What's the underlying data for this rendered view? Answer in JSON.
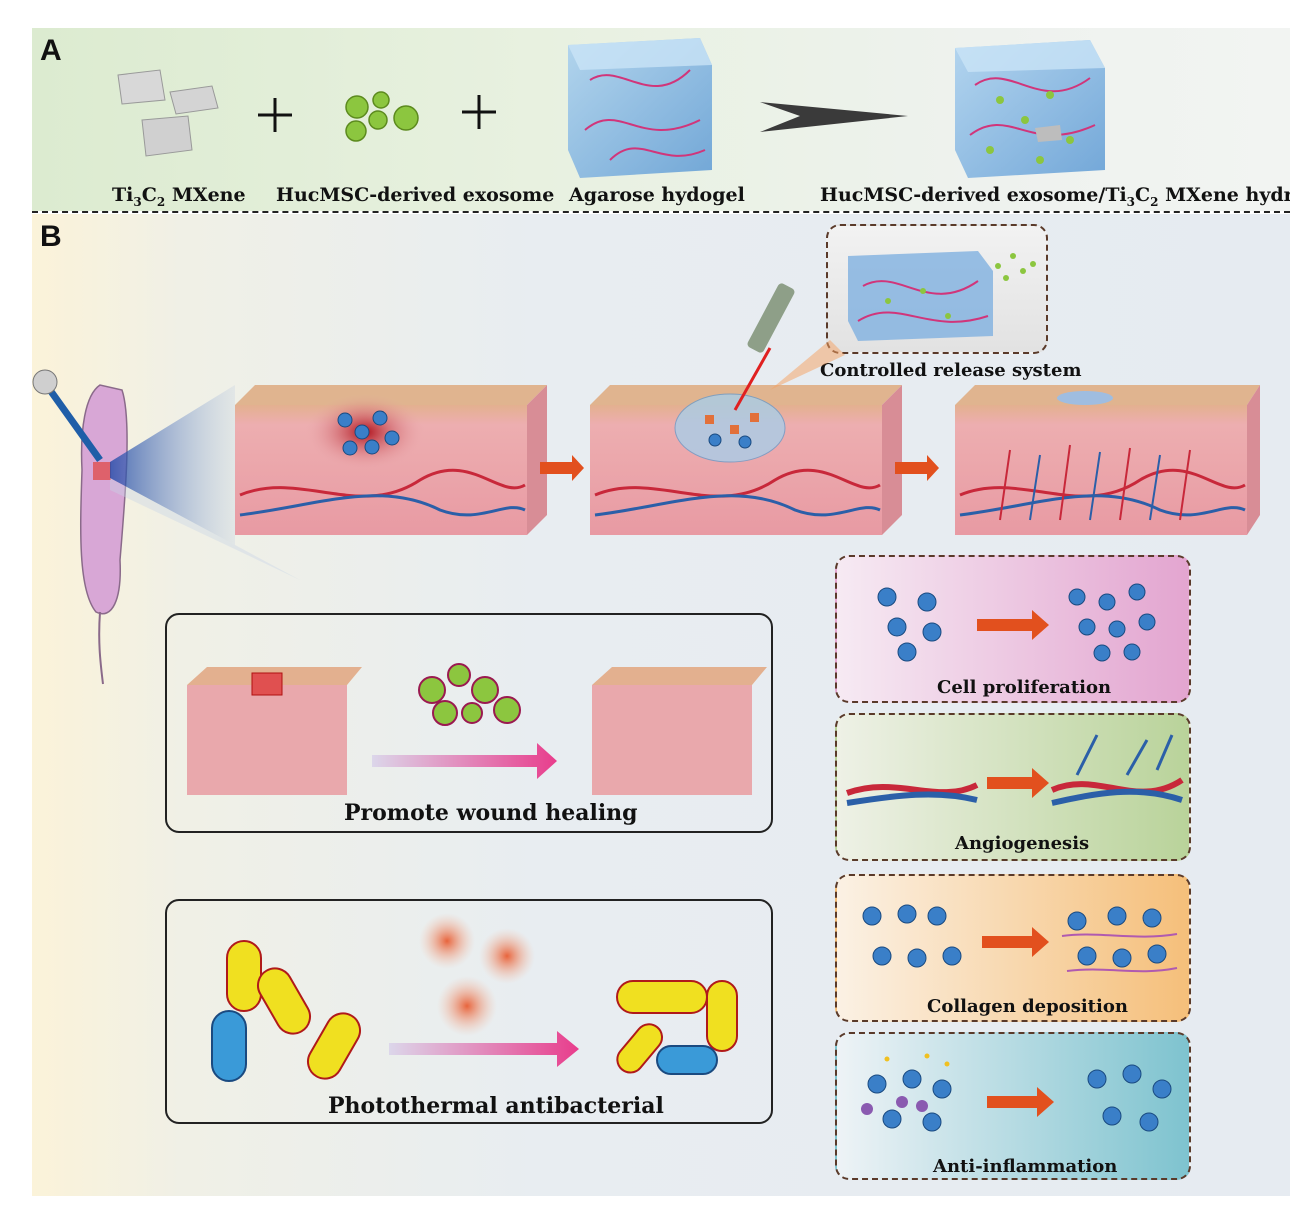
{
  "panel_a": {
    "letter": "A",
    "mxene_label_pre": "Ti",
    "mxene_label_sub1": "3",
    "mxene_label_mid": "C",
    "mxene_label_sub2": "2",
    "mxene_label_post": " MXene",
    "exosome_label": "HucMSC-derived exosome",
    "hydrogel_label": "Agarose hydogel",
    "product_label_pre": "HucMSC-derived exosome/Ti",
    "product_label_sub1": "3",
    "product_label_mid": "C",
    "product_label_sub2": "2",
    "product_label_post": " MXene hydrogel",
    "plus": "+"
  },
  "panel_b": {
    "letter": "B",
    "controlled_release": "Controlled release system",
    "wound_healing": "Promote wound healing",
    "photothermal": "Photothermal antibacterial",
    "effects": [
      {
        "label": "Cell proliferation",
        "color_top": "#f6eaf3",
        "color_bottom": "#e3a5d0"
      },
      {
        "label": "Angiogenesis",
        "color_top": "#eef1e6",
        "color_bottom": "#b9d39a"
      },
      {
        "label": "Collagen deposition",
        "color_top": "#fbf1e4",
        "color_bottom": "#f5bf7a"
      },
      {
        "label": "Anti-inflammation",
        "color_top": "#eef3f6",
        "color_bottom": "#7ec3cf"
      }
    ]
  },
  "colors": {
    "skin": "#e9a8ac",
    "skin_top": "#d9a081",
    "vessel_red": "#c8283a",
    "vessel_blue": "#2b5fa8",
    "exosome_green": "#8cc63f",
    "arrow_orange": "#e2501e",
    "arrow_pink": "#e83d8c",
    "cell_blue": "#3a7fc8"
  }
}
